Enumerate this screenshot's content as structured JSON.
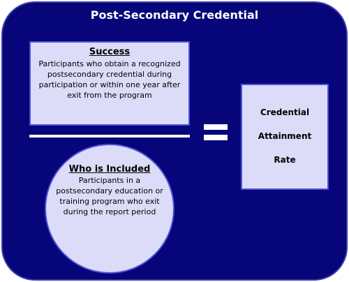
{
  "title": "Post-Secondary Credential",
  "numerator": {
    "heading": "Success",
    "text": "Participants who obtain a recognized postsecondary credential during participation or within one year after exit from the program"
  },
  "denominator": {
    "heading": "Who is Included",
    "text": "Participants in a postsecondary education or training program who exit during the report period"
  },
  "result": {
    "lines": [
      "Credential",
      "Attainment",
      "Rate"
    ]
  },
  "colors": {
    "background": "#06067a",
    "box_fill": "#dcdcf8",
    "box_border": "#4f4fd9",
    "title": "#ffffff"
  }
}
